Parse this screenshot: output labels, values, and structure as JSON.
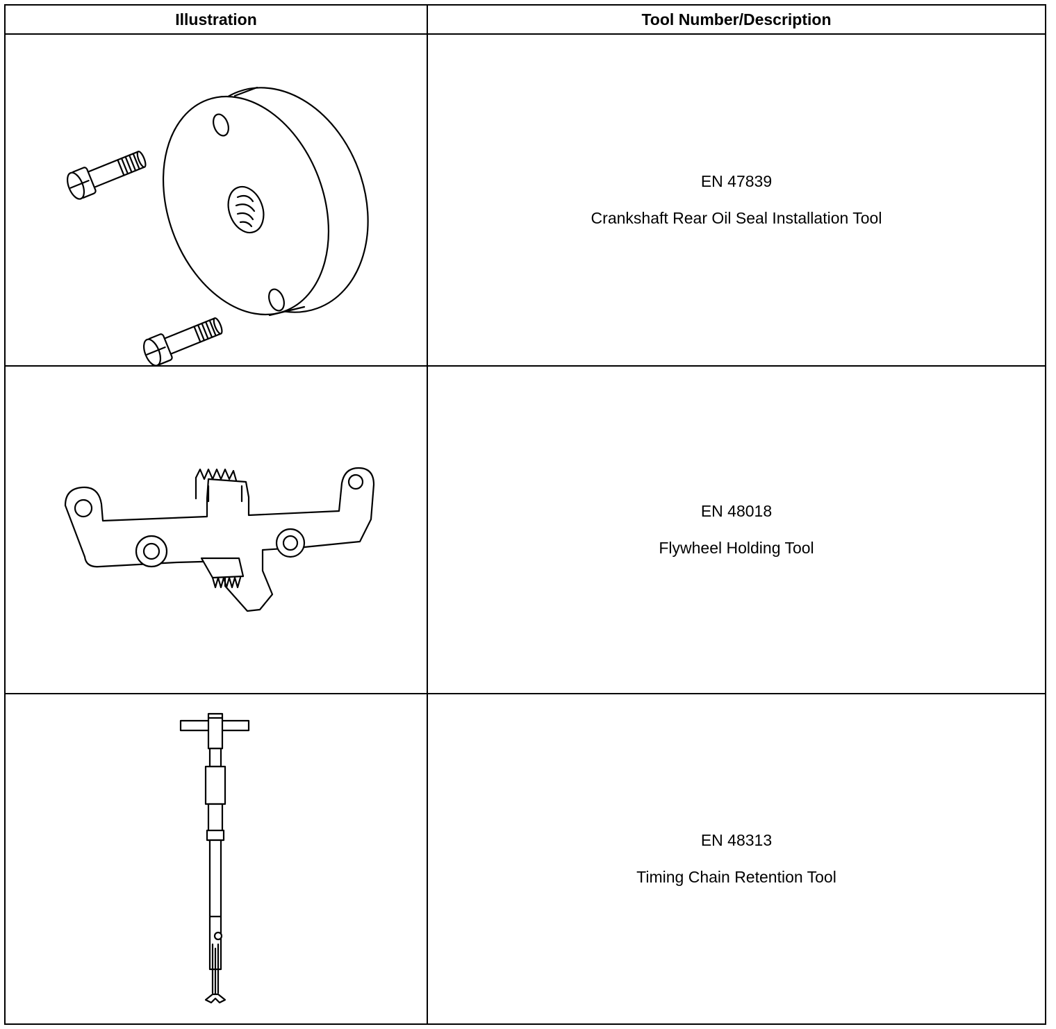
{
  "table": {
    "headers": {
      "illustration": "Illustration",
      "description": "Tool Number/Description"
    },
    "rows": [
      {
        "tool_number": "EN 47839",
        "description": "Crankshaft Rear Oil Seal Installation Tool",
        "illustration_icon": "seal-installer-disc-with-bolts"
      },
      {
        "tool_number": "EN 48018",
        "description": "Flywheel Holding Tool",
        "illustration_icon": "flywheel-holding-bracket"
      },
      {
        "tool_number": "EN 48313",
        "description": "Timing Chain Retention Tool",
        "illustration_icon": "t-handle-retention-rod"
      }
    ]
  }
}
